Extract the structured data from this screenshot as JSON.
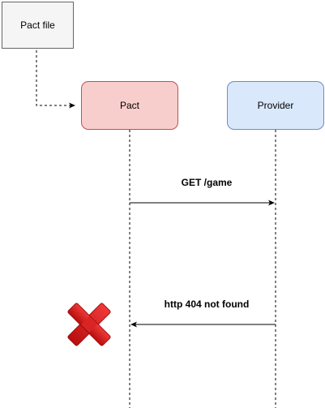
{
  "nodes": {
    "pact_file": "Pact file",
    "pact": "Pact",
    "provider": "Provider"
  },
  "messages": {
    "request": "GET /game",
    "response": "http 404 not found"
  },
  "colors": {
    "pact_fill": "#f8cecc",
    "pact_stroke": "#b85450",
    "provider_fill": "#dae8fc",
    "provider_stroke": "#6c8ebf",
    "file_fill": "#f5f5f5",
    "file_stroke": "#666666",
    "failure_icon": "#e01a1a"
  },
  "icons": {
    "failure": "red-x-icon"
  }
}
